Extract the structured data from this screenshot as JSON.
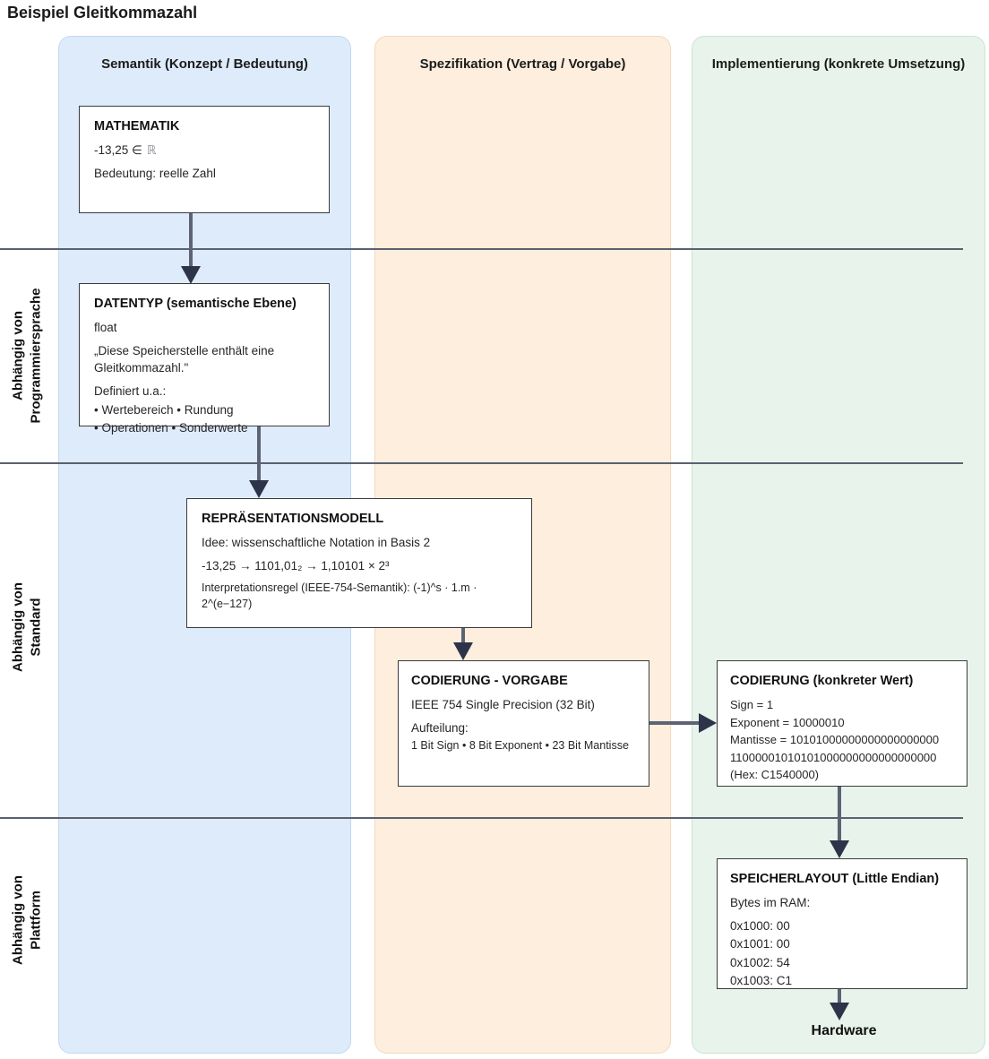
{
  "page_title": "Beispiel Gleitkommazahl",
  "columns": [
    {
      "id": "semantik",
      "label": "Semantik (Konzept / Bedeutung)",
      "bg": "#deebfb"
    },
    {
      "id": "spezifikation",
      "label": "Spezifikation (Vertrag / Vorgabe)",
      "bg": "#fdeedd"
    },
    {
      "id": "implementierung",
      "label": "Implementierung (konkrete Umsetzung)",
      "bg": "#e7f3eb"
    }
  ],
  "side_labels": [
    {
      "line1": "Abhängig von",
      "line2": "Programmiersprache"
    },
    {
      "line1": "Abhängig von",
      "line2": "Standard"
    },
    {
      "line1": "Abhängig von",
      "line2": "Plattform"
    }
  ],
  "boxes": {
    "mathematik": {
      "title": "MATHEMATIK",
      "expr": "-13,25 ∈",
      "set_symbol": "ℝ",
      "meaning": "Bedeutung: reelle Zahl"
    },
    "datentyp": {
      "title": "DATENTYP (semantische Ebene)",
      "type_name": "float",
      "quote": "„Diese Speicherstelle enthält eine Gleitkommazahl.\"",
      "defines_intro": "Definiert u.a.:",
      "bullets": [
        "• Wertebereich • Rundung",
        "• Operationen • Sonderwerte"
      ]
    },
    "repraesentationsmodell": {
      "title": "REPRÄSENTATIONSMODELL",
      "idea": "Idee: wissenschaftliche Notation in Basis 2",
      "conversion": "-13,25 → 1101,01₂ → 1,10101 × 2³",
      "rule": "Interpretationsregel (IEEE-754-Semantik): (-1)^s · 1.m · 2^(e−127)"
    },
    "codierung_vorgabe": {
      "title": "CODIERUNG - VORGABE",
      "standard": "IEEE 754 Single Precision (32 Bit)",
      "split_intro": "Aufteilung:",
      "split": "1 Bit Sign • 8 Bit Exponent • 23 Bit Mantisse"
    },
    "codierung_wert": {
      "title": "CODIERUNG (konkreter Wert)",
      "sign": "Sign = 1",
      "exponent": "Exponent = 10000010",
      "mantisse": "Mantisse = 10101000000000000000000",
      "full_bits": "11000001010101000000000000000000",
      "hex": "(Hex: C1540000)"
    },
    "speicherlayout": {
      "title": "SPEICHERLAYOUT (Little Endian)",
      "intro": "Bytes im RAM:",
      "bytes": [
        "0x1000: 00",
        "0x1001: 00",
        "0x1002: 54",
        "0x1003: C1"
      ]
    }
  },
  "hardware_label": "Hardware",
  "colors": {
    "semantik_bg": "#deebfb",
    "spezifikation_bg": "#fdeedd",
    "implementierung_bg": "#e7f3eb",
    "box_border": "#3b3b3b",
    "arrow_shaft": "#5d6375",
    "arrow_head": "#2d3348",
    "divider_line": "#5b6170"
  }
}
